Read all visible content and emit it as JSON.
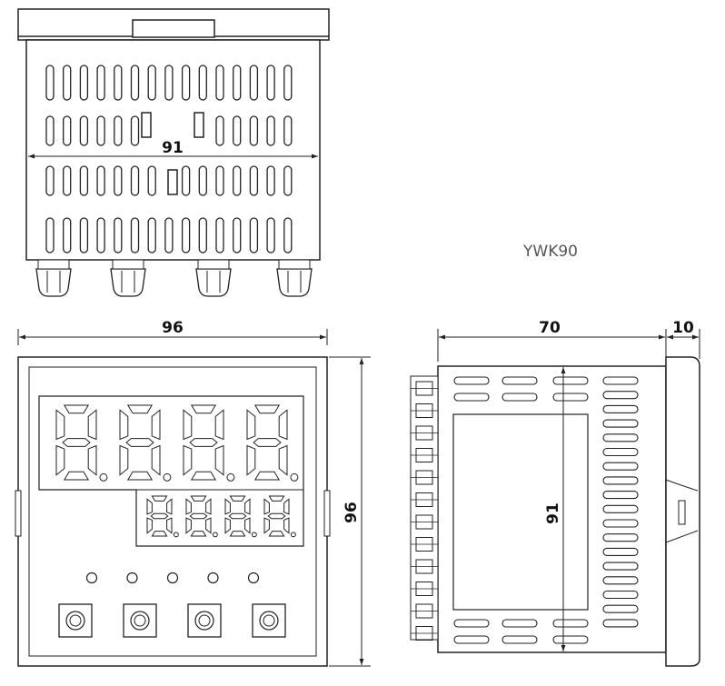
{
  "model_label": "YWK90",
  "dimensions": {
    "top_width": "91",
    "front_width": "96",
    "front_height": "96",
    "side_depth": "70",
    "side_bezel": "10",
    "side_height": "91"
  },
  "front_panel": {
    "upper_display_digits": 4,
    "lower_display_digits": 4,
    "indicator_leds": 5,
    "buttons": 4
  },
  "colors": {
    "line": "#222222",
    "light_line": "#777777",
    "model_text": "#555555"
  }
}
